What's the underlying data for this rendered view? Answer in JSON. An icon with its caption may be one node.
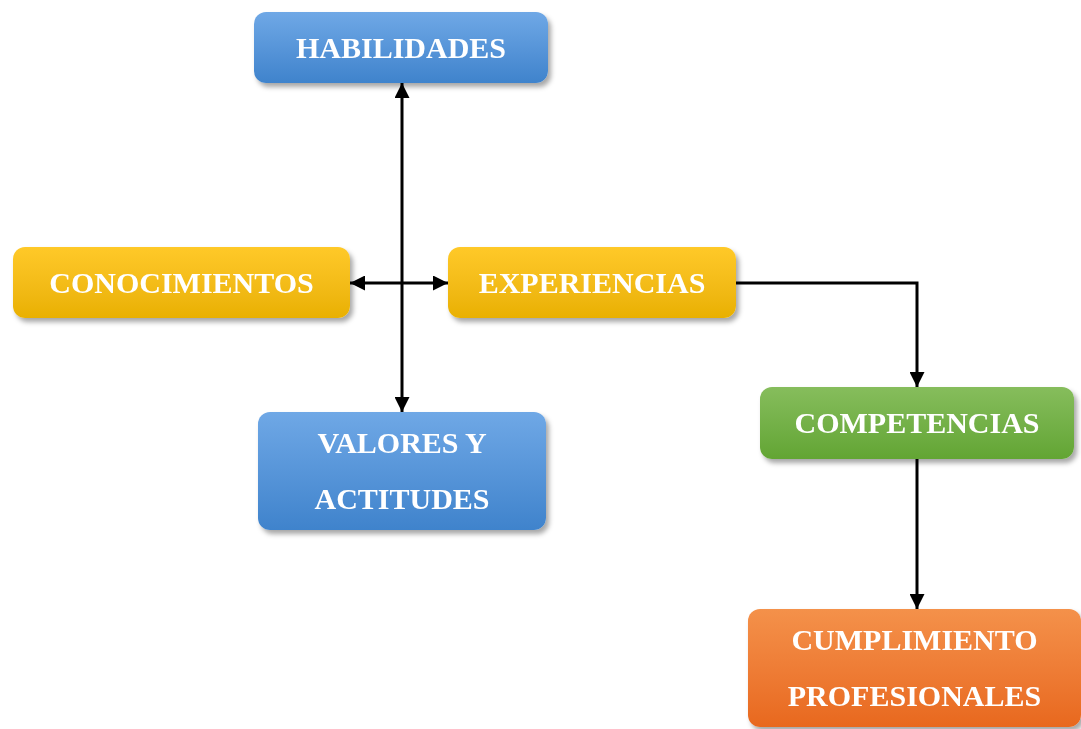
{
  "diagram": {
    "nodes": [
      {
        "text": [
          "HABILIDADES"
        ]
      },
      {
        "text": [
          "CONOCIMIENTOS"
        ]
      },
      {
        "text": [
          "EXPERIENCIAS"
        ]
      },
      {
        "text": [
          "VALORES Y ACTITUDES"
        ]
      },
      {
        "text": [
          "COMPETENCIAS"
        ]
      },
      {
        "text": [
          "CUMPLIMIENTO PROFESIONALES"
        ]
      }
    ],
    "edges": [
      {
        "from": 1,
        "to": 2,
        "arrow": "both"
      },
      {
        "from": 0,
        "to": 3,
        "arrow": "both"
      },
      {
        "from": 2,
        "to": 4,
        "arrow": "to"
      },
      {
        "from": 4,
        "to": 5,
        "arrow": "to"
      }
    ]
  }
}
